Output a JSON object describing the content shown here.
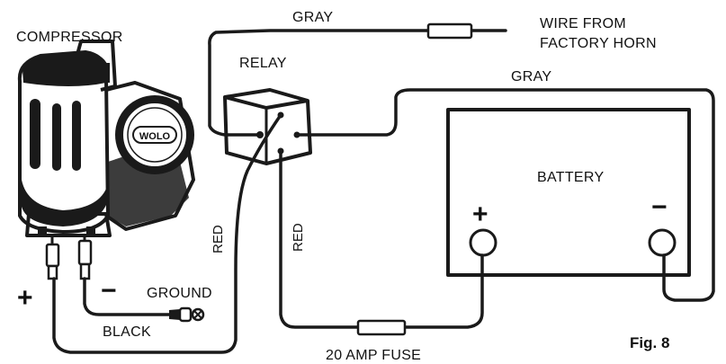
{
  "labels": {
    "compressor": "COMPRESSOR",
    "relay": "RELAY",
    "gray_top": "GRAY",
    "wire_from_line1": "WIRE FROM",
    "wire_from_line2": "FACTORY HORN",
    "gray_right": "GRAY",
    "battery": "BATTERY",
    "red_left": "RED",
    "red_right": "RED",
    "ground": "GROUND",
    "black": "BLACK",
    "fuse": "20 AMP FUSE",
    "figure": "Fig. 8",
    "compressor_plus": "+",
    "compressor_minus": "−",
    "battery_plus": "+",
    "battery_minus": "−",
    "horn_logo": "WOLO"
  }
}
